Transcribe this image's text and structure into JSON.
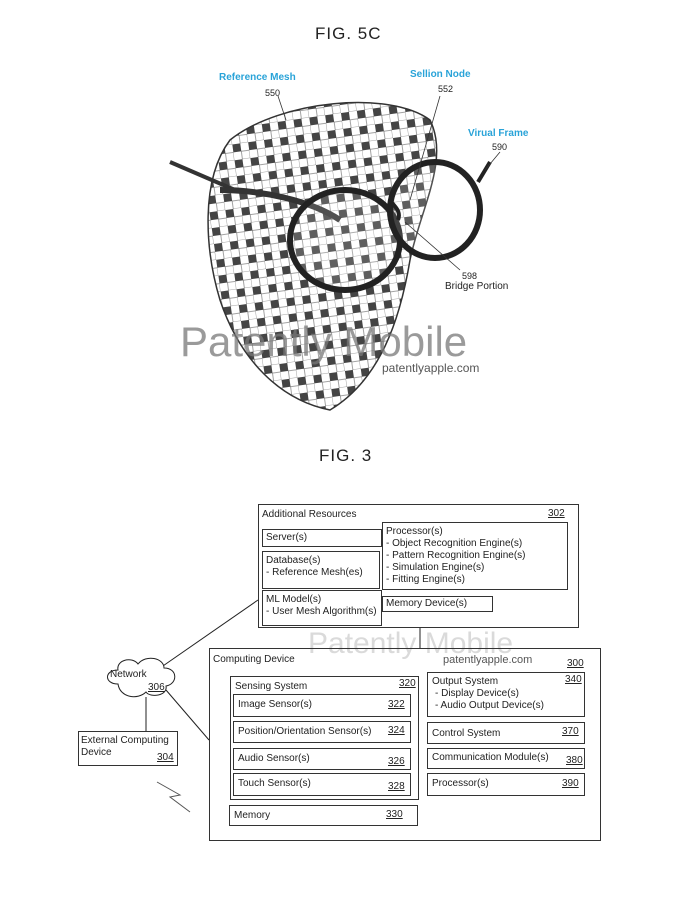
{
  "fig5c": {
    "title": "FIG. 5C",
    "labels": [
      {
        "name": "Reference Mesh",
        "num": "550"
      },
      {
        "name": "Sellion Node",
        "num": "552"
      },
      {
        "name": "Virual Frame",
        "num": "590"
      },
      {
        "name": "Bridge Portion",
        "num": "598"
      }
    ]
  },
  "watermark": {
    "brand": "Patently Mobile",
    "site": "patentlyapple.com"
  },
  "fig3": {
    "title": "FIG. 3",
    "additional_resources": {
      "title": "Additional Resources",
      "num": "302",
      "server": "Server(s)",
      "database": [
        "Database(s)",
        "- Reference Mesh(es)"
      ],
      "ml_model": [
        "ML Model(s)",
        "- User Mesh Algorithm(s)"
      ],
      "processor": [
        "Processor(s)",
        "- Object Recognition Engine(s)",
        "- Pattern Recognition Engine(s)",
        "- Simulation Engine(s)",
        "- Fitting Engine(s)"
      ],
      "memory_device": "Memory Device(s)"
    },
    "network": {
      "title": "Network",
      "num": "306"
    },
    "external": {
      "title": "External Computing Device",
      "num": "304"
    },
    "computing_device": {
      "title": "Computing Device",
      "num": "300",
      "sensing": {
        "title": "Sensing System",
        "num": "320",
        "items": [
          {
            "label": "Image Sensor(s)",
            "num": "322"
          },
          {
            "label": "Position/Orientation Sensor(s)",
            "num": "324"
          },
          {
            "label": "Audio Sensor(s)",
            "num": "326"
          },
          {
            "label": "Touch Sensor(s)",
            "num": "328"
          }
        ]
      },
      "memory": {
        "label": "Memory",
        "num": "330"
      },
      "output": {
        "title": "Output System",
        "num": "340",
        "items": [
          "- Display Device(s)",
          "- Audio Output Device(s)"
        ]
      },
      "control": {
        "label": "Control System",
        "num": "370"
      },
      "communication": {
        "label": "Communication Module(s)",
        "num": "380"
      },
      "processor": {
        "label": "Processor(s)",
        "num": "390"
      }
    }
  }
}
